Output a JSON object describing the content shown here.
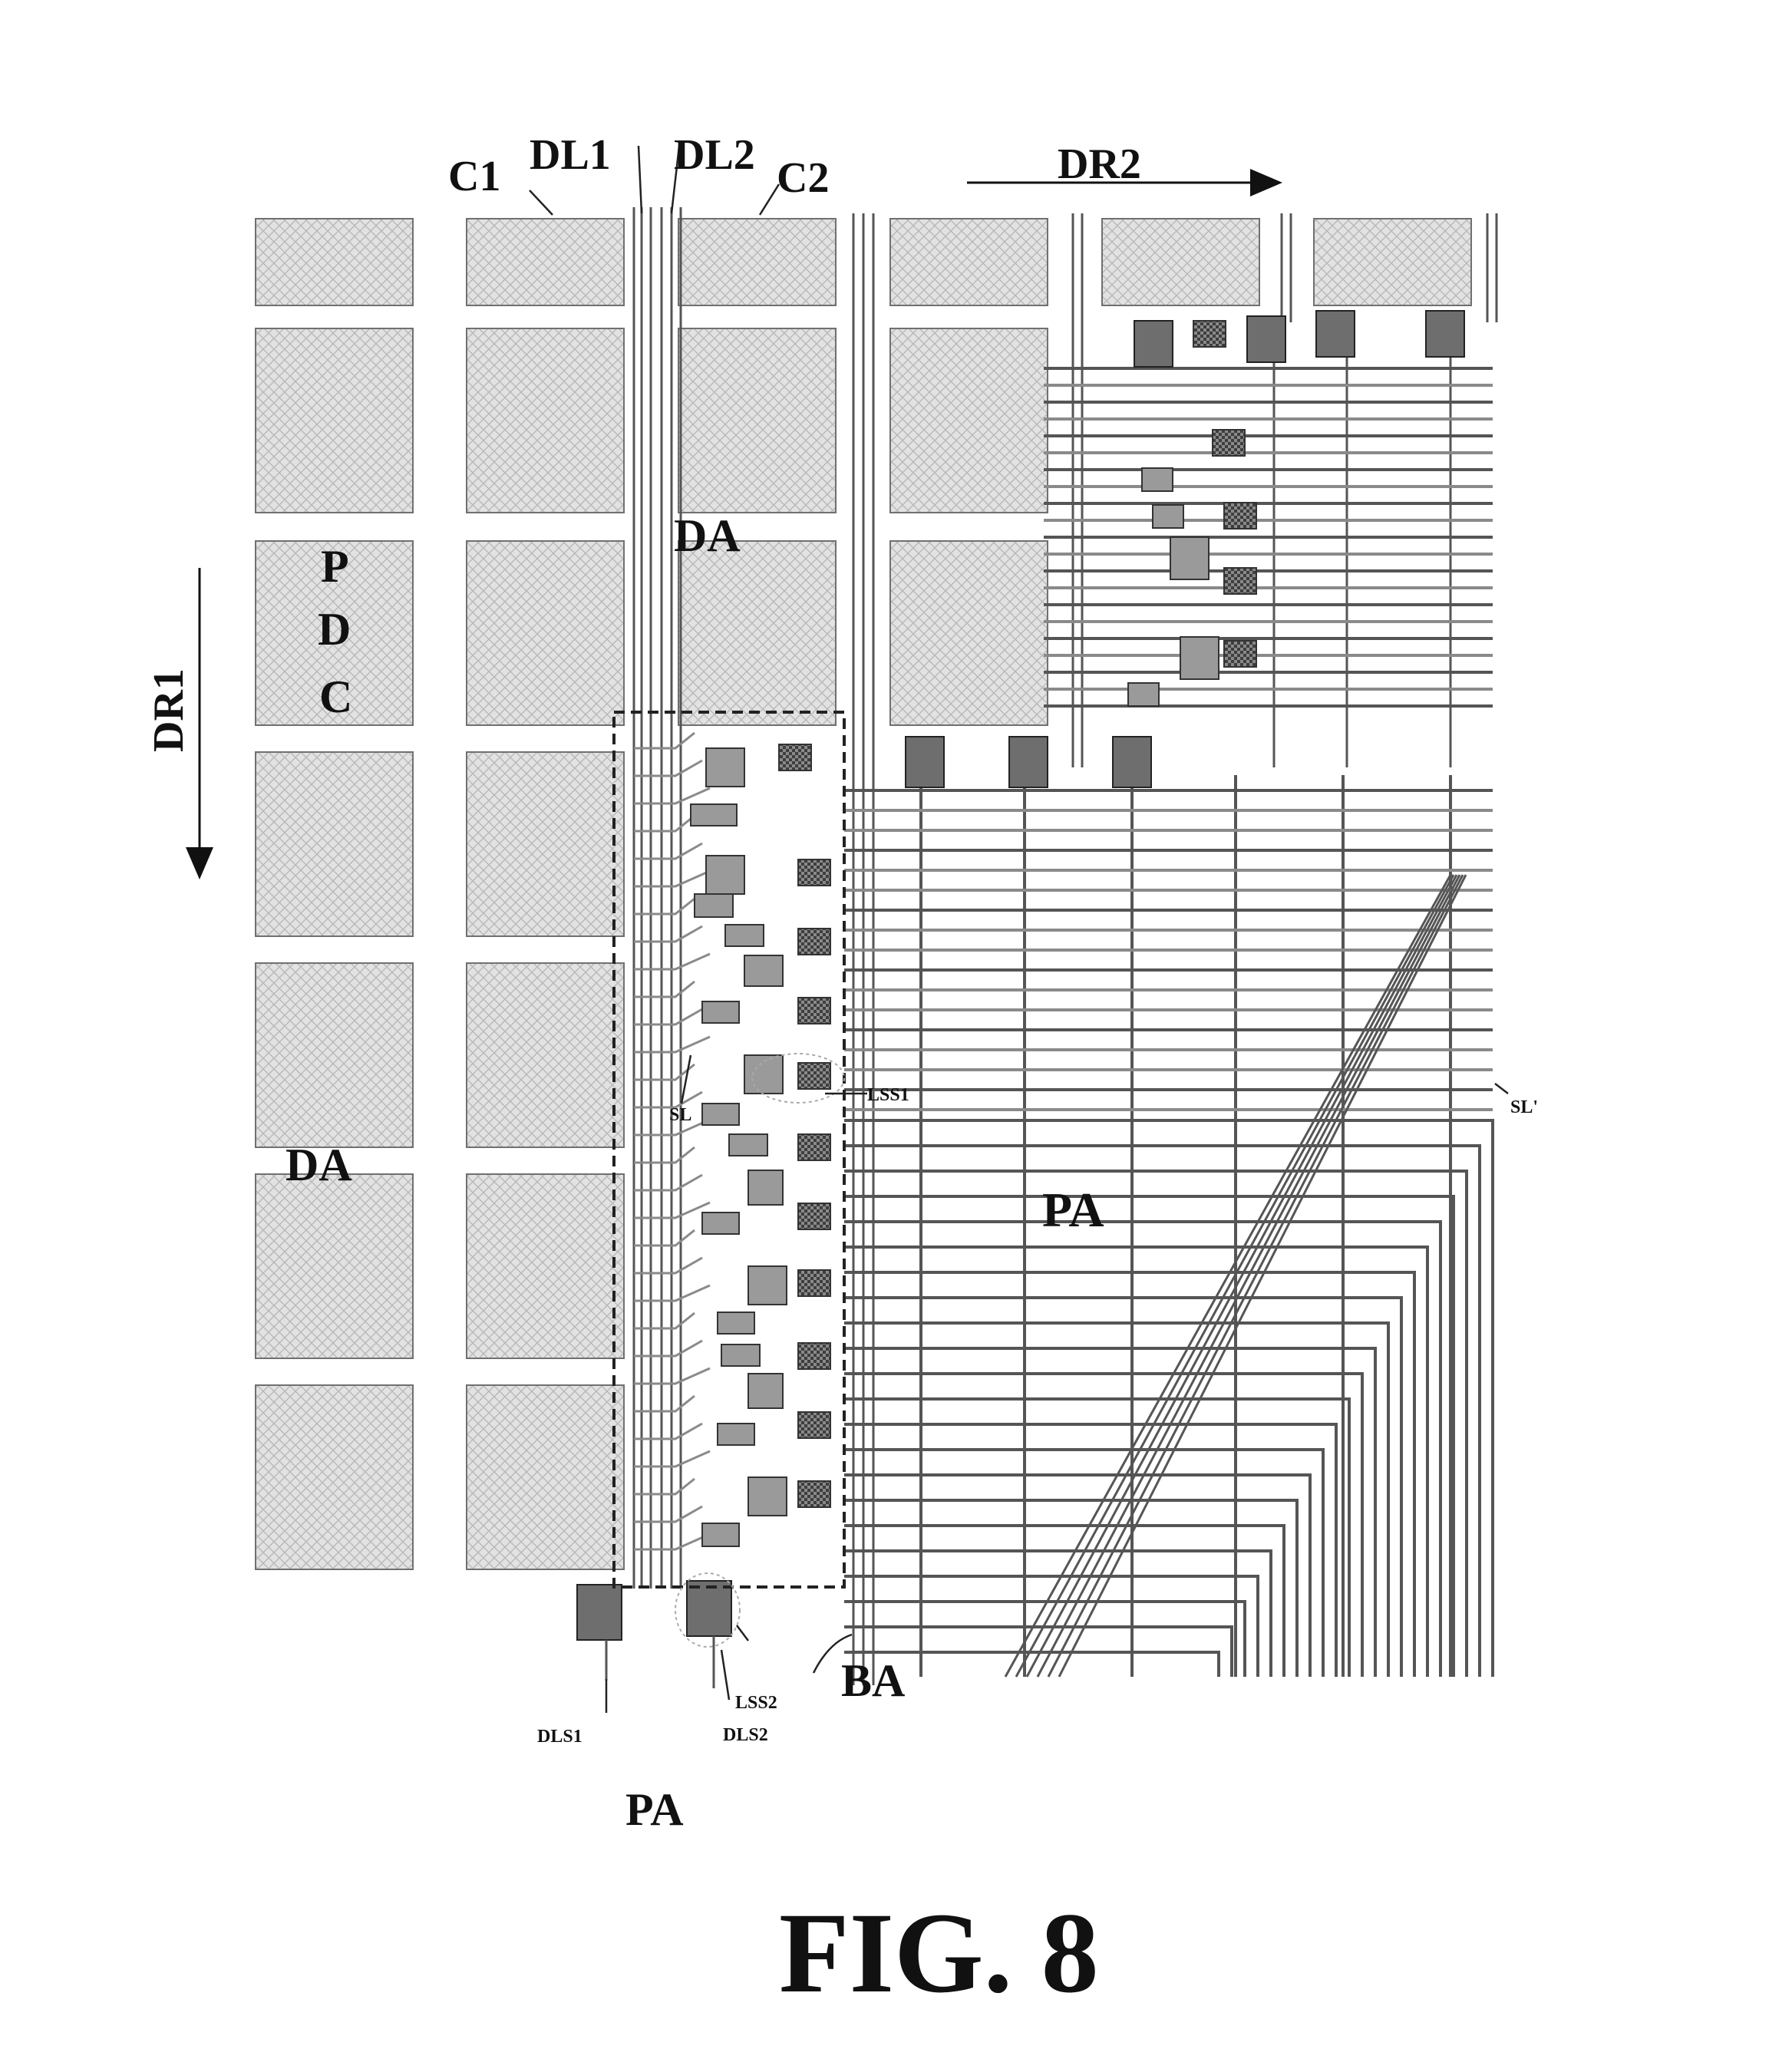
{
  "figure": {
    "caption": "FIG. 8",
    "colors": {
      "pad_fill": "#dcdcdc",
      "pad_stroke": "#707070",
      "line": "#555555",
      "line_light": "#8a8a8a",
      "transistor": "#9a9a9a",
      "transistor_dark": "#6e6e6e",
      "ink": "#111111"
    },
    "labels": {
      "c1": "C1",
      "dl1": "DL1",
      "dl2": "DL2",
      "c2": "C2",
      "dr2": "DR2",
      "dr1": "DR1",
      "pdc_p": "P",
      "pdc_d": "D",
      "pdc_c": "C",
      "da_top": "DA",
      "da_left": "DA",
      "pa_main": "PA",
      "pa_bottom": "PA",
      "ba": "BA",
      "sl": "SL",
      "sl_prime": "SL'",
      "lss1": "LSS1",
      "lss2": "LSS2",
      "dls1": "DLS1",
      "dls2": "DLS2"
    }
  }
}
